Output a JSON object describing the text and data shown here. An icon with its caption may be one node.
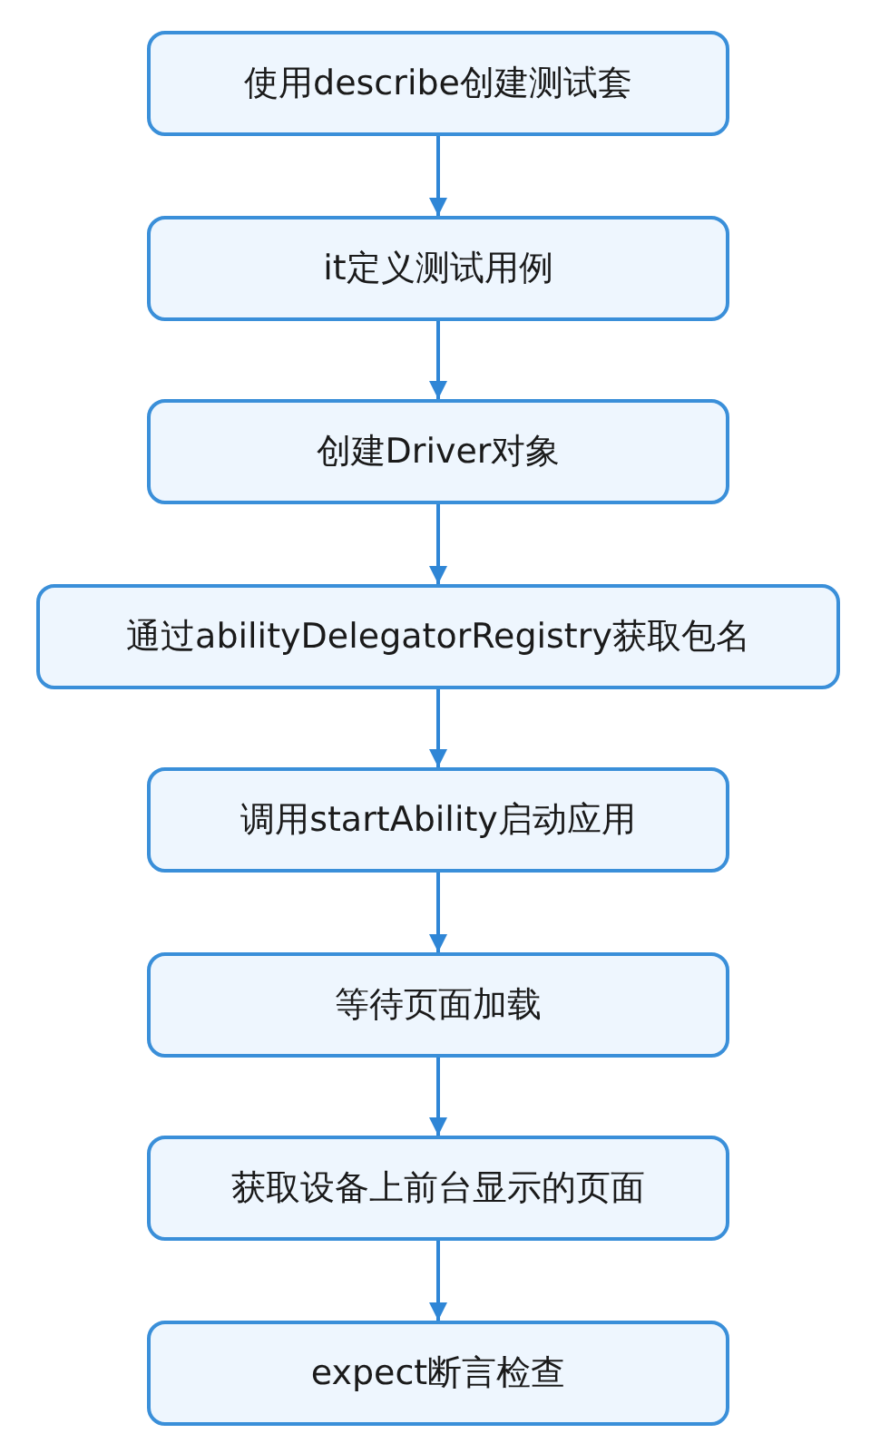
{
  "diagram": {
    "nodes": [
      {
        "text": [
          "使用describe创建测试套"
        ]
      },
      {
        "text": [
          "it定义测试用例"
        ]
      },
      {
        "text": [
          "创建Driver对象"
        ]
      },
      {
        "text": [
          "通过abilityDelegatorRegistry获取包名"
        ]
      },
      {
        "text": [
          "调用startAbility启动应用"
        ]
      },
      {
        "text": [
          "等待页面加载"
        ]
      },
      {
        "text": [
          "获取设备上前台显示的页面"
        ]
      },
      {
        "text": [
          "expect断言检查"
        ]
      }
    ],
    "edges": [
      {
        "from": 0,
        "to": 1,
        "arrow": "to"
      },
      {
        "from": 1,
        "to": 2,
        "arrow": "to"
      },
      {
        "from": 2,
        "to": 3,
        "arrow": "to"
      },
      {
        "from": 3,
        "to": 4,
        "arrow": "to"
      },
      {
        "from": 4,
        "to": 5,
        "arrow": "to"
      },
      {
        "from": 5,
        "to": 6,
        "arrow": "to"
      },
      {
        "from": 6,
        "to": 7,
        "arrow": "to"
      }
    ]
  }
}
